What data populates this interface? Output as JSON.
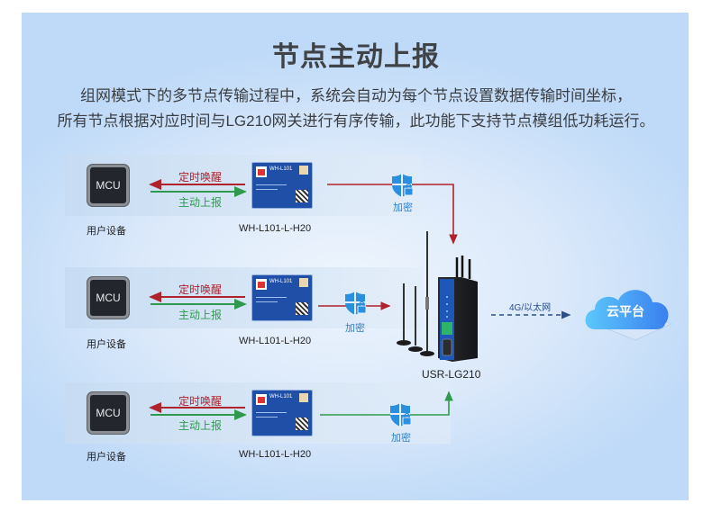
{
  "header": {
    "title": "节点主动上报",
    "description_lines": [
      "组网模式下的多节点传输过程中，系统会自动为每个节点设置数据传输时间坐标，",
      "所有节点根据对应时间与LG210网关进行有序传输，此功能下支持节点模组低功耗运行。"
    ]
  },
  "rows": [
    {
      "device_chip": "MCU",
      "device_label": "用户设备",
      "wake_label": "定时唤醒",
      "report_label": "主动上报",
      "module_name": "WH-L101",
      "module_label": "WH-L101-L-H20",
      "encrypt_label": "加密"
    },
    {
      "device_chip": "MCU",
      "device_label": "用户设备",
      "wake_label": "定时唤醒",
      "report_label": "主动上报",
      "module_name": "WH-L101",
      "module_label": "WH-L101-L-H20",
      "encrypt_label": "加密"
    },
    {
      "device_chip": "MCU",
      "device_label": "用户设备",
      "wake_label": "定时唤醒",
      "report_label": "主动上报",
      "module_name": "WH-L101",
      "module_label": "WH-L101-L-H20",
      "encrypt_label": "加密"
    }
  ],
  "gateway": {
    "label": "USR-LG210"
  },
  "network": {
    "link_label": "4G/以太网"
  },
  "cloud": {
    "label": "云平台"
  },
  "colors": {
    "wake_arrow": "#b0222c",
    "report_arrow": "#2f9a4e",
    "encrypt": "#2f7fc8",
    "cloud": "#3f8ff0"
  }
}
